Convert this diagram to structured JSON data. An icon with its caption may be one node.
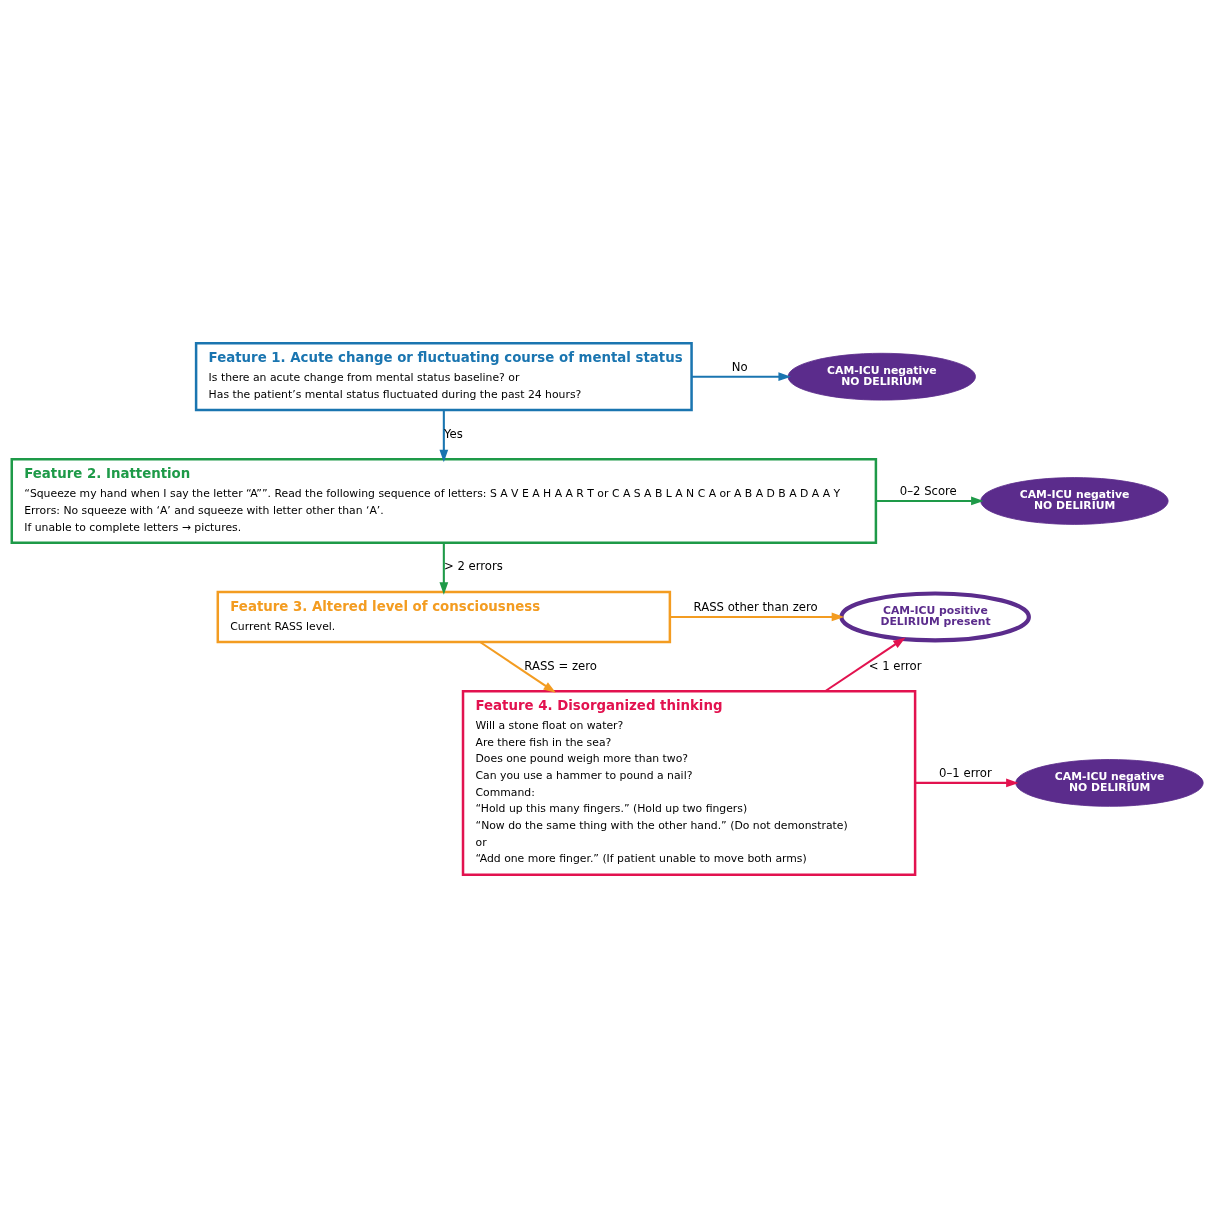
{
  "diagram": {
    "nodes": [
      {
        "text": [
          "Feature 1. Acute change or fluctuating course of mental status",
          "Is there an acute change from mental status baseline? or",
          "Has the patient’s mental status fluctuated during the past 24 hours?"
        ]
      },
      {
        "text": [
          "CAM-ICU negative",
          "NO DELIRIUM"
        ]
      },
      {
        "text": [
          "Feature 2. Inattention",
          "“Squeeze my hand when I say the letter “A””. Read the following sequence of letters: S A V E A H A A R T or C A S A B L A N C A or A B A D B A D A A Y",
          "Errors: No squeeze with ‘A’ and squeeze with letter other than ‘A’.",
          "If unable to complete letters → pictures."
        ]
      },
      {
        "text": [
          "CAM-ICU negative",
          "NO DELIRIUM"
        ]
      },
      {
        "text": [
          "Feature 3. Altered level of consciousness",
          "Current RASS level."
        ]
      },
      {
        "text": [
          "CAM-ICU positive",
          "DELIRIUM present"
        ]
      },
      {
        "text": [
          "Feature 4. Disorganized thinking",
          "Will a stone float on water?",
          "Are there fish in the sea?",
          "Does one pound weigh more than two?",
          "Can you use a hammer to pound a nail?",
          "Command:",
          "“Hold up this many fingers.” (Hold up two fingers)",
          "“Now do the same thing with the other hand.” (Do not demonstrate)",
          "or",
          "“Add one more finger.” (If patient unable to move both arms)"
        ]
      },
      {
        "text": [
          "CAM-ICU negative",
          "NO DELIRIUM"
        ]
      }
    ],
    "edges": [
      {
        "from": 0,
        "to": 1,
        "arrow": "to",
        "label": "No",
        "color": "#1a75b0"
      },
      {
        "from": 0,
        "to": 2,
        "arrow": "to",
        "label": "Yes",
        "color": "#1a75b0"
      },
      {
        "from": 2,
        "to": 3,
        "arrow": "to",
        "label": "0–2 Score",
        "color": "#1e9a48"
      },
      {
        "from": 2,
        "to": 4,
        "arrow": "to",
        "label": "> 2 errors",
        "color": "#1e9a48"
      },
      {
        "from": 4,
        "to": 5,
        "arrow": "to",
        "label": "RASS other than zero",
        "color": "#f39c21"
      },
      {
        "from": 4,
        "to": 6,
        "arrow": "to",
        "label": "RASS = zero",
        "color": "#f39c21"
      },
      {
        "from": 6,
        "to": 5,
        "arrow": "to",
        "label": "< 1 error",
        "color": "#e2124f"
      },
      {
        "from": 6,
        "to": 7,
        "arrow": "to",
        "label": "0–1 error",
        "color": "#e2124f"
      }
    ]
  }
}
